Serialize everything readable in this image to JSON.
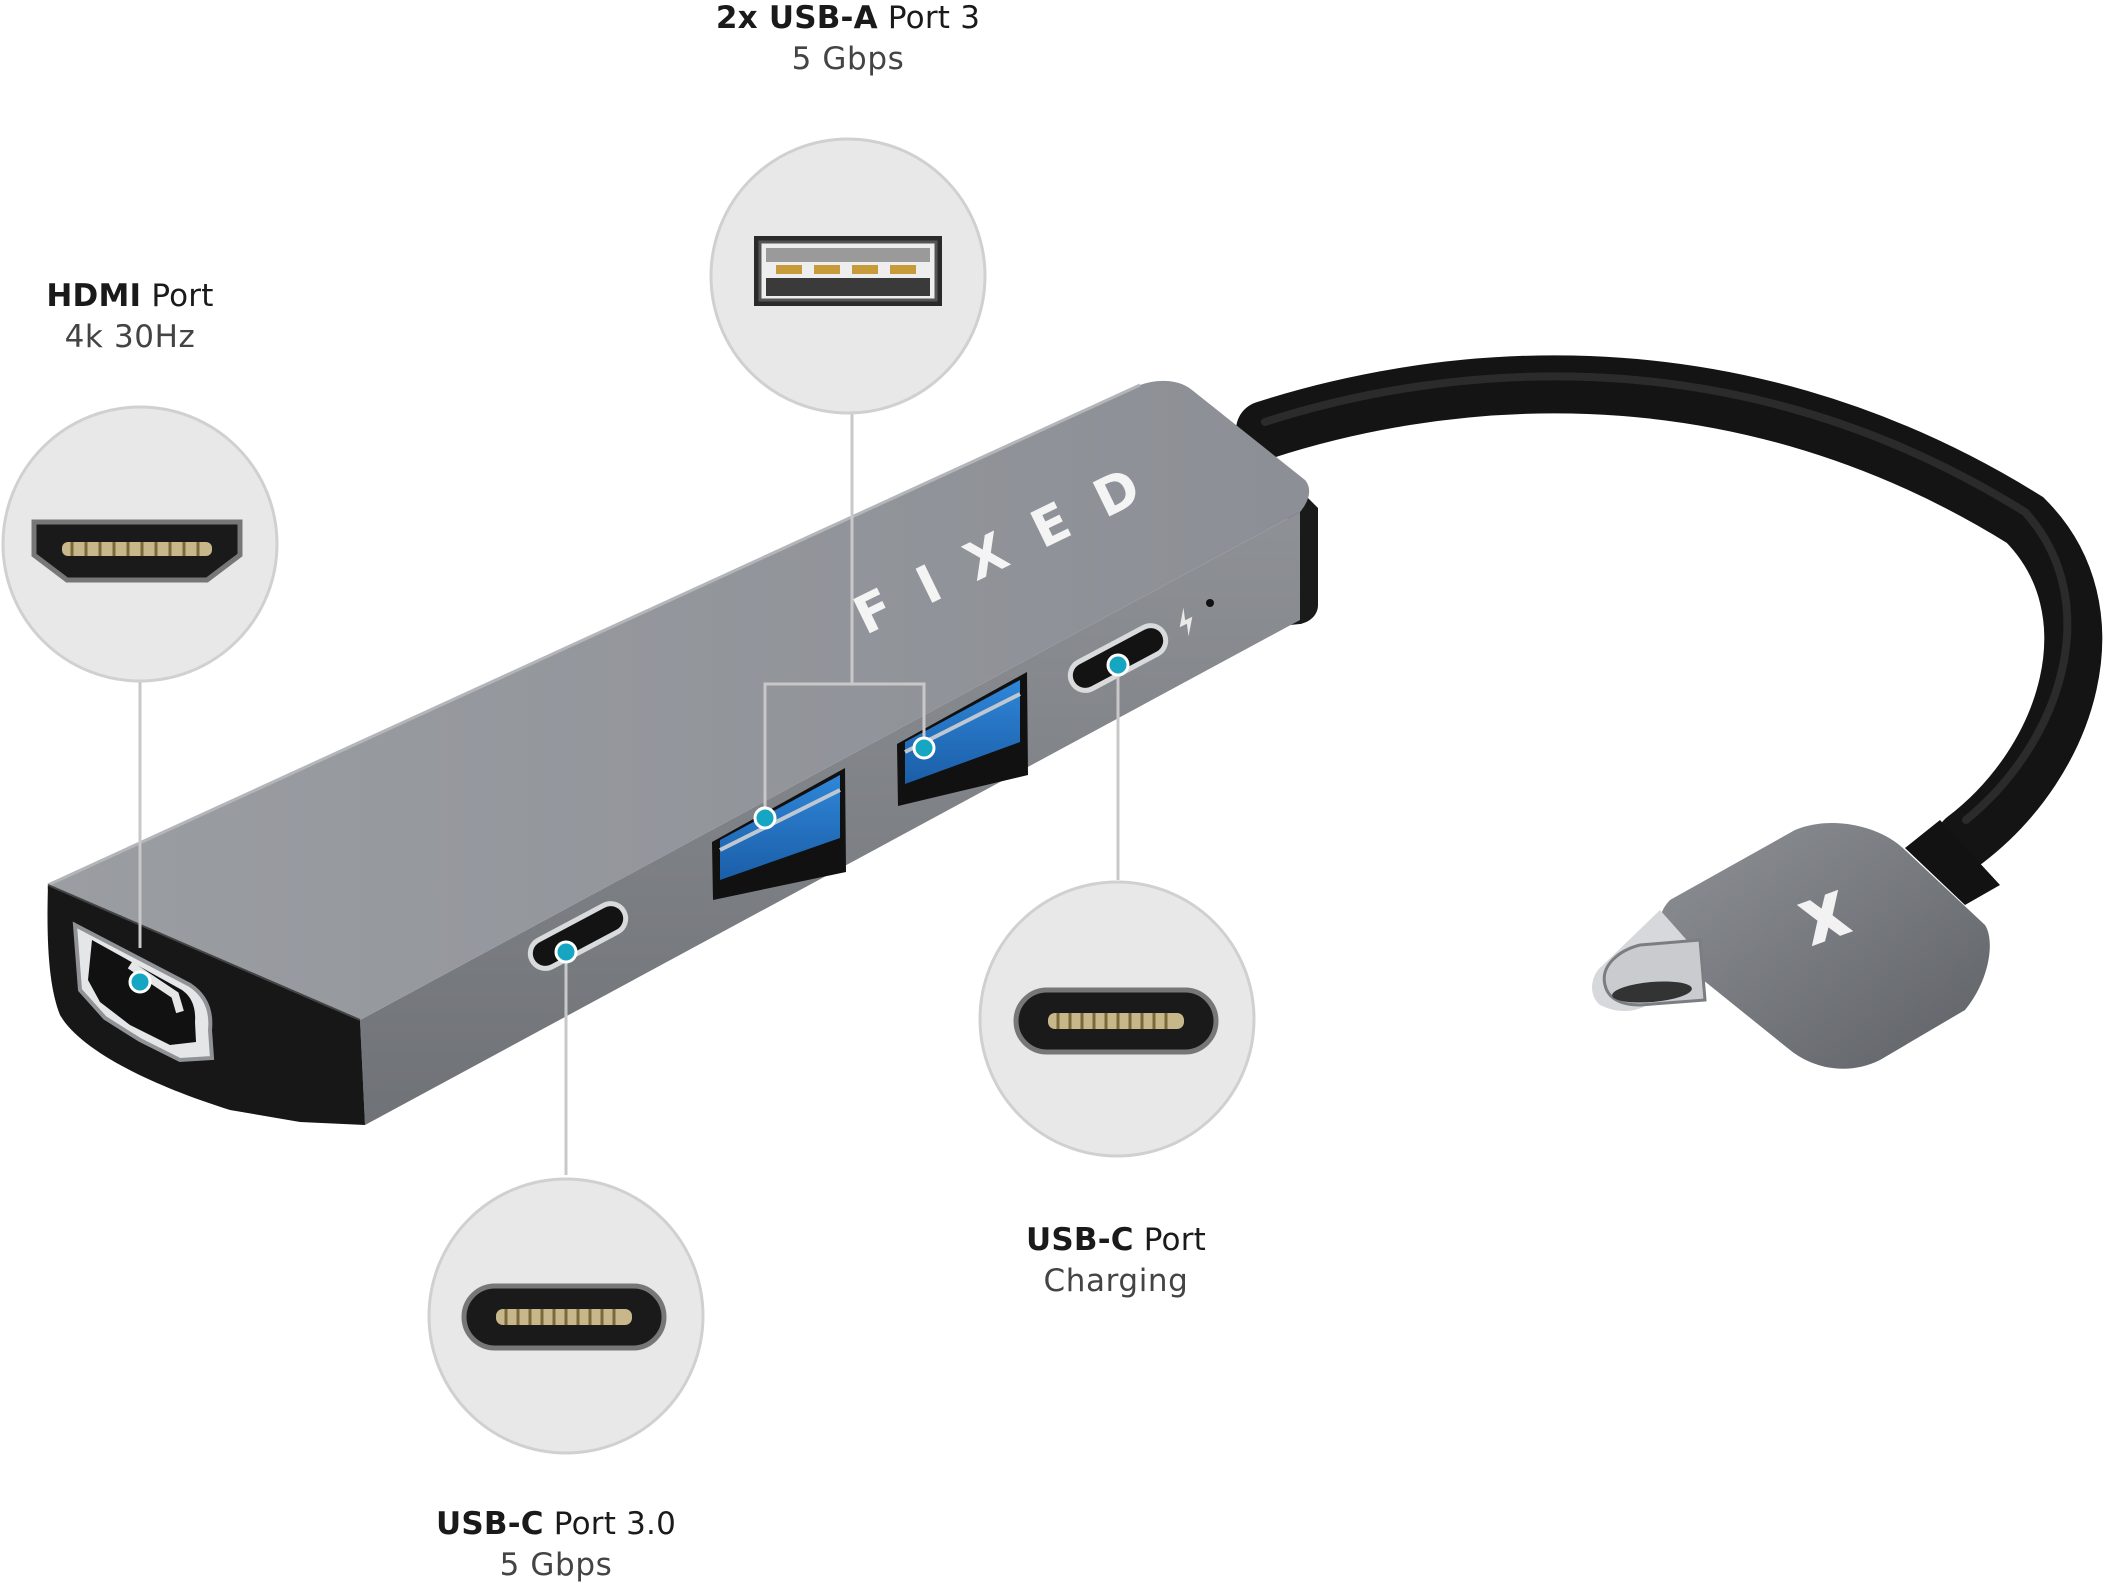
{
  "brand": {
    "logo_text": "FIXED",
    "accent_color": "#17a6c1"
  },
  "callouts": {
    "hdmi": {
      "title_bold": "HDMI",
      "title_rest": " Port",
      "subtitle": "4k 30Hz",
      "icon": "hdmi-port-icon"
    },
    "usba": {
      "title_bold": "2x USB-A",
      "title_rest": " Port 3",
      "subtitle": "5 Gbps",
      "icon": "usb-a-port-icon"
    },
    "usbc30": {
      "title_bold": "USB-C",
      "title_rest": " Port 3.0",
      "subtitle": "5 Gbps",
      "icon": "usb-c-port-icon"
    },
    "usbcpd": {
      "title_bold": "USB-C",
      "title_rest": " Port",
      "subtitle": "Charging",
      "icon": "usb-c-port-icon"
    }
  }
}
